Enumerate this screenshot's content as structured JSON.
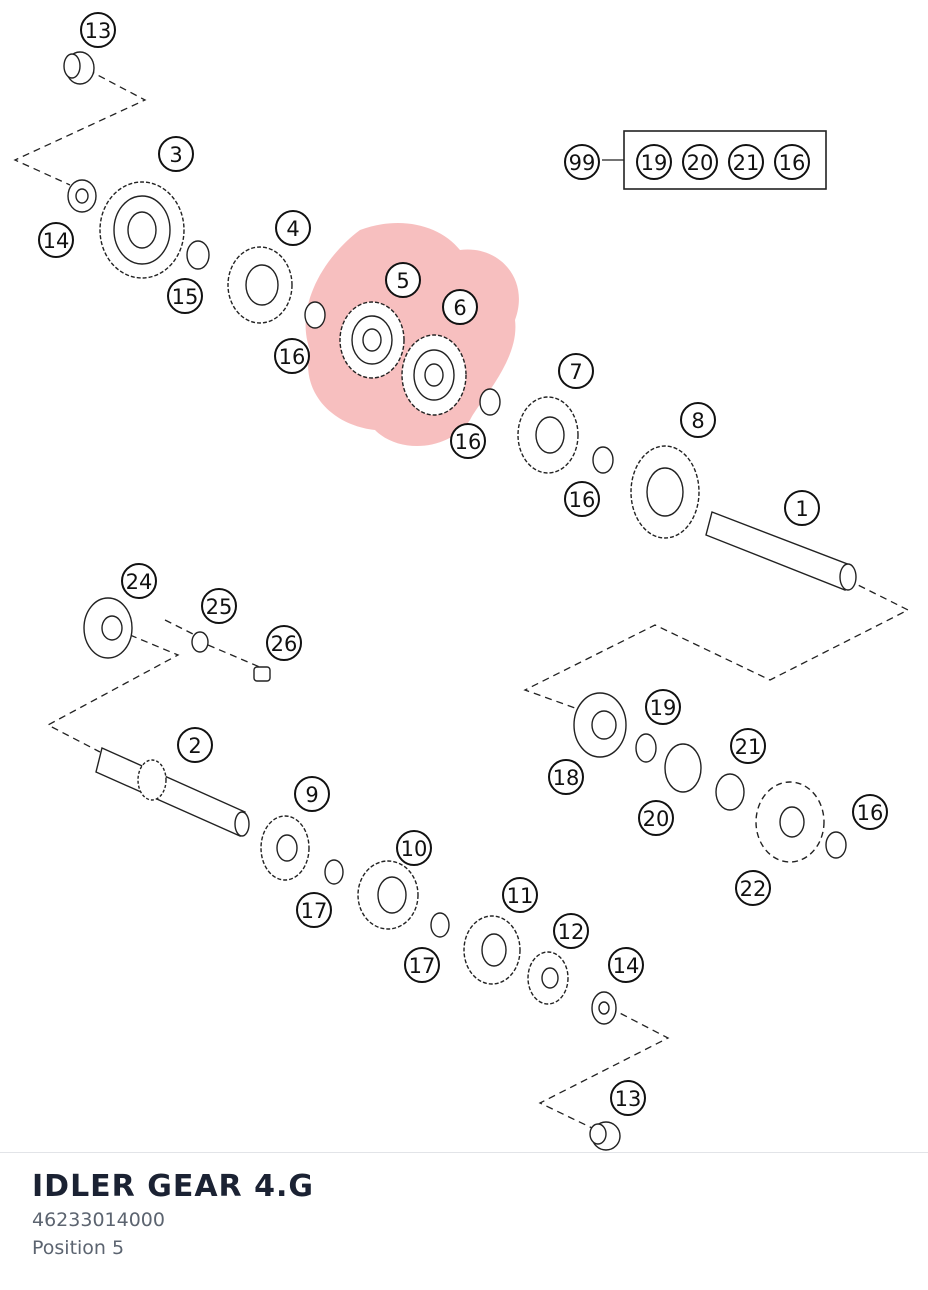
{
  "diagram": {
    "callouts": [
      {
        "label": "13"
      },
      {
        "label": "3"
      },
      {
        "label": "14"
      },
      {
        "label": "15"
      },
      {
        "label": "4"
      },
      {
        "label": "16"
      },
      {
        "label": "5"
      },
      {
        "label": "6"
      },
      {
        "label": "16"
      },
      {
        "label": "7"
      },
      {
        "label": "16"
      },
      {
        "label": "8"
      },
      {
        "label": "1"
      },
      {
        "label": "99"
      },
      {
        "label": "19"
      },
      {
        "label": "20"
      },
      {
        "label": "21"
      },
      {
        "label": "16"
      },
      {
        "label": "24"
      },
      {
        "label": "25"
      },
      {
        "label": "26"
      },
      {
        "label": "2"
      },
      {
        "label": "9"
      },
      {
        "label": "10"
      },
      {
        "label": "17"
      },
      {
        "label": "17"
      },
      {
        "label": "11"
      },
      {
        "label": "12"
      },
      {
        "label": "14"
      },
      {
        "label": "13"
      },
      {
        "label": "19"
      },
      {
        "label": "18"
      },
      {
        "label": "20"
      },
      {
        "label": "21"
      },
      {
        "label": "16"
      },
      {
        "label": "22"
      }
    ],
    "highlight_color": "#f08a8a"
  },
  "part": {
    "name": "IDLER GEAR 4.G",
    "number": "46233014000",
    "position": "Position 5"
  }
}
